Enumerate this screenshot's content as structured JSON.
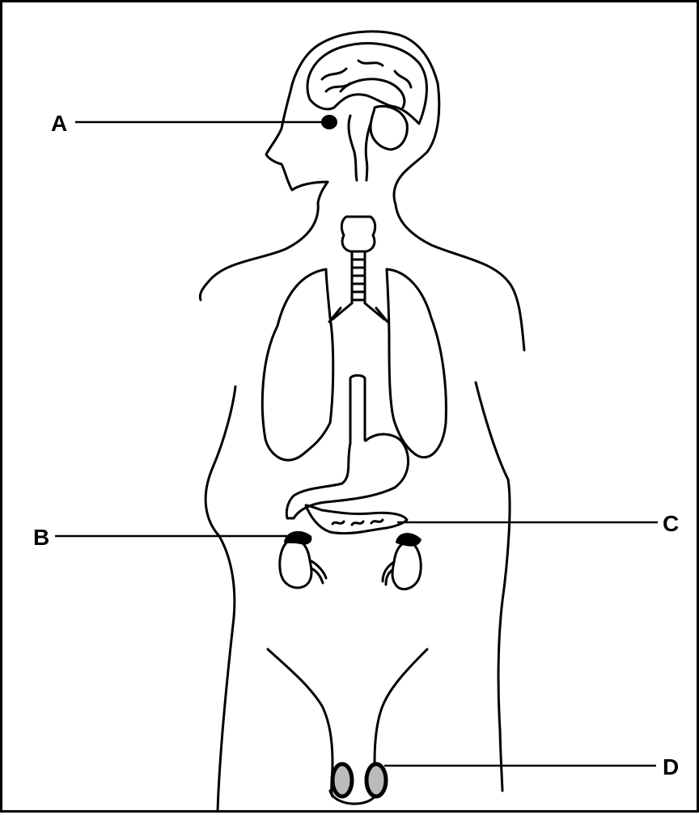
{
  "labels": {
    "a": "A",
    "b": "B",
    "c": "C",
    "d": "D"
  },
  "colors": {
    "stroke": "#000000",
    "background": "#ffffff",
    "gland_fill": "#000000",
    "testis_fill": "#bbbbbb"
  }
}
